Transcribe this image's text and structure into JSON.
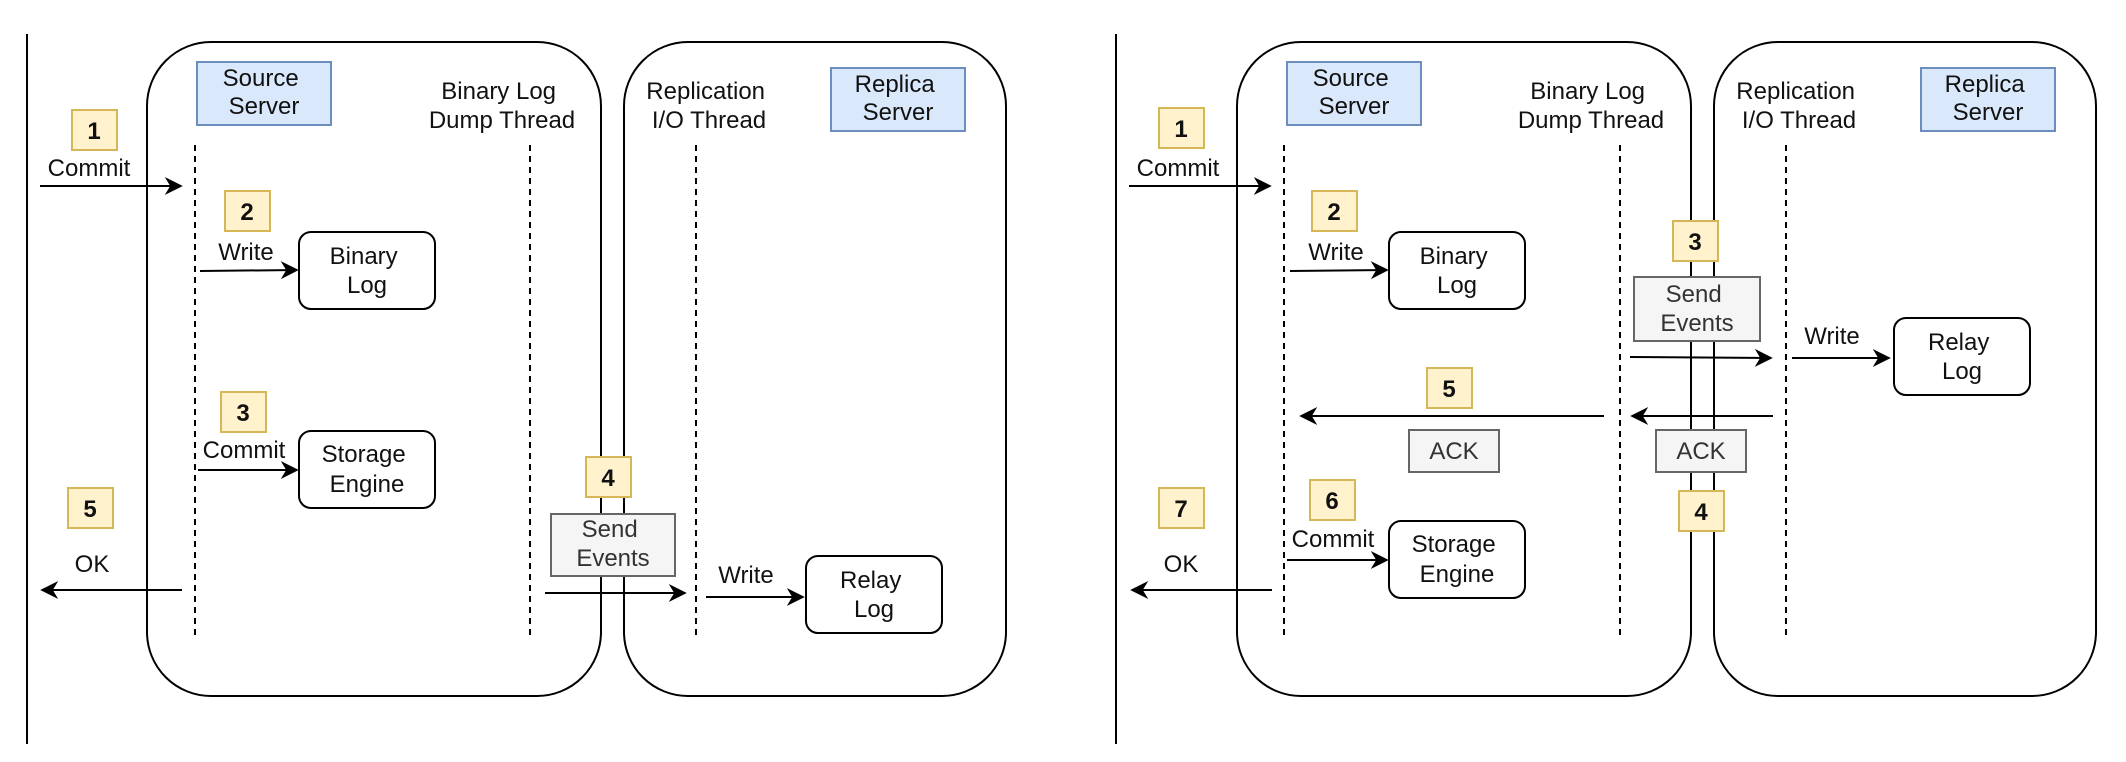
{
  "colors": {
    "server_fill": "#dae8fc",
    "server_stroke": "#6c8ebf",
    "step_fill": "#fff2cc",
    "step_stroke": "#d6b656",
    "grey_fill": "#f5f5f5",
    "grey_stroke": "#666666",
    "line": "#000000"
  },
  "left": {
    "source_server": [
      "Source",
      "Server"
    ],
    "dump_thread": [
      "Binary Log",
      "Dump Thread"
    ],
    "replication_thread": [
      "Replication",
      "I/O Thread"
    ],
    "replica_server": [
      "Replica",
      "Server"
    ],
    "step1": "1",
    "commit_in": "Commit",
    "step2": "2",
    "write1": "Write",
    "binary_log": [
      "Binary",
      "Log"
    ],
    "step3": "3",
    "commit2": "Commit",
    "storage_engine": [
      "Storage",
      "Engine"
    ],
    "step4": "4",
    "send_events": [
      "Send",
      "Events"
    ],
    "write2": "Write",
    "relay_log": [
      "Relay",
      "Log"
    ],
    "step5": "5",
    "ok": "OK"
  },
  "right": {
    "source_server": [
      "Source",
      "Server"
    ],
    "dump_thread": [
      "Binary Log",
      "Dump Thread"
    ],
    "replication_thread": [
      "Replication",
      "I/O Thread"
    ],
    "replica_server": [
      "Replica",
      "Server"
    ],
    "step1": "1",
    "commit_in": "Commit",
    "step2": "2",
    "write1": "Write",
    "binary_log": [
      "Binary",
      "Log"
    ],
    "step3": "3",
    "send_events": [
      "Send",
      "Events"
    ],
    "write2": "Write",
    "relay_log": [
      "Relay",
      "Log"
    ],
    "step5": "5",
    "ack_left": "ACK",
    "ack_right": "ACK",
    "step4": "4",
    "step6": "6",
    "commit2": "Commit",
    "storage_engine": [
      "Storage",
      "Engine"
    ],
    "step7": "7",
    "ok": "OK"
  }
}
